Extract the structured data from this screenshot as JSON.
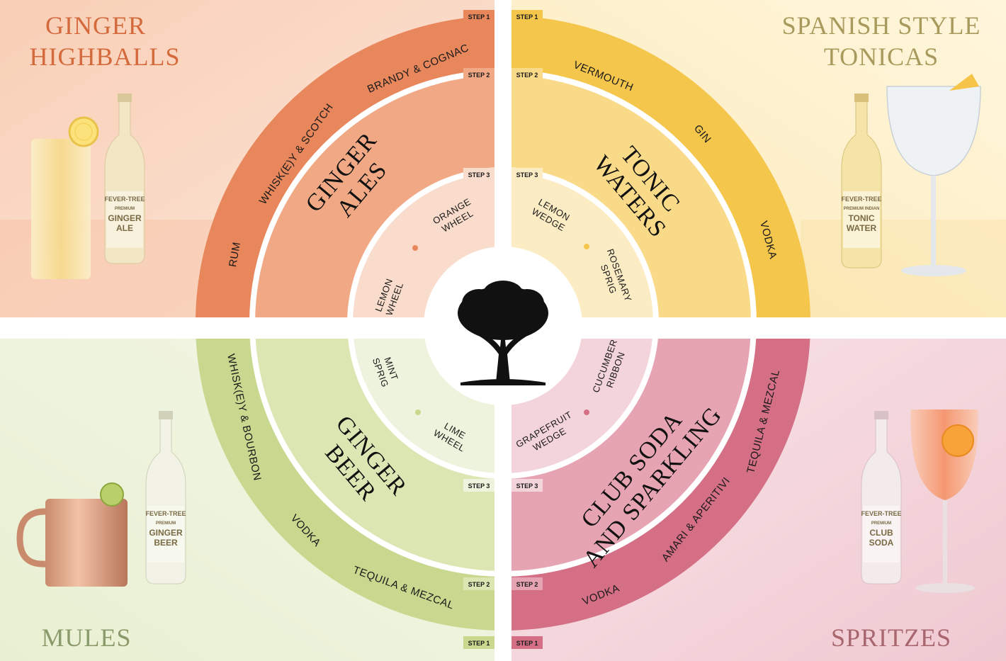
{
  "quadrants": {
    "top_left": {
      "title_line1": "GINGER",
      "title_line2": "HIGHBALLS",
      "mixer_line1": "GINGER",
      "mixer_line2": "ALES",
      "spirits": [
        "BRANDY & COGNAC",
        "WHISK(E)Y & SCOTCH",
        "RUM"
      ],
      "garnishes": [
        [
          "ORANGE",
          "WHEEL"
        ],
        [
          "LEMON",
          "WHEEL"
        ]
      ],
      "bottle_label": [
        "FEVER-TREE",
        "PREMIUM",
        "GINGER",
        "ALE"
      ],
      "colors": {
        "bg": "#f7cdb6",
        "outer": "#e8875c",
        "inner": "#f1a985",
        "core": "#f9dccb",
        "title": "#d4693c"
      }
    },
    "top_right": {
      "title_line1": "SPANISH STYLE",
      "title_line2": "TONICAS",
      "mixer_line1": "TONIC",
      "mixer_line2": "WATERS",
      "spirits": [
        "VERMOUTH",
        "GIN",
        "VODKA"
      ],
      "garnishes": [
        [
          "LEMON",
          "WEDGE"
        ],
        [
          "ROSEMARY",
          "SPRIG"
        ]
      ],
      "bottle_label": [
        "FEVER-TREE",
        "PREMIUM INDIAN",
        "TONIC",
        "WATER"
      ],
      "colors": {
        "bg": "#fbeec8",
        "outer": "#f5c64c",
        "inner": "#f9da88",
        "core": "#fcecc4",
        "title": "#a89a5c"
      }
    },
    "bottom_left": {
      "title_line1": "MULES",
      "title_line2": "",
      "mixer_line1": "GINGER",
      "mixer_line2": "BEER",
      "spirits": [
        "WHISK(E)Y & BOURBON",
        "VODKA",
        "TEQUILA & MEZCAL"
      ],
      "garnishes": [
        [
          "MINT",
          "SPRIG"
        ],
        [
          "LIME",
          "WHEEL"
        ]
      ],
      "bottle_label": [
        "FEVER-TREE",
        "PREMIUM",
        "GINGER",
        "BEER"
      ],
      "colors": {
        "bg": "#e6efcf",
        "outer": "#c8d88e",
        "inner": "#dbe6b3",
        "core": "#edf3dc",
        "title": "#8a9a6a"
      }
    },
    "bottom_right": {
      "title_line1": "SPRITZES",
      "title_line2": "",
      "mixer_line1": "CLUB SODA",
      "mixer_line2": "AND SPARKLING",
      "spirits": [
        "TEQUILA & MEZCAL",
        "AMARI & APERITIVI",
        "VODKA"
      ],
      "garnishes": [
        [
          "CUCUMBER",
          "RIBBON"
        ],
        [
          "GRAPEFRUIT",
          "WEDGE"
        ]
      ],
      "bottle_label": [
        "FEVER-TREE",
        "PREMIUM",
        "CLUB",
        "SODA"
      ],
      "colors": {
        "bg": "#f3d6dc",
        "outer": "#d46f85",
        "inner": "#e6a4b2",
        "core": "#f4d4db",
        "title": "#a8666f"
      }
    }
  },
  "steps": {
    "step1": "STEP 1",
    "step2": "STEP 2",
    "step3": "STEP 3"
  },
  "center_logo": "tree-logo-icon"
}
